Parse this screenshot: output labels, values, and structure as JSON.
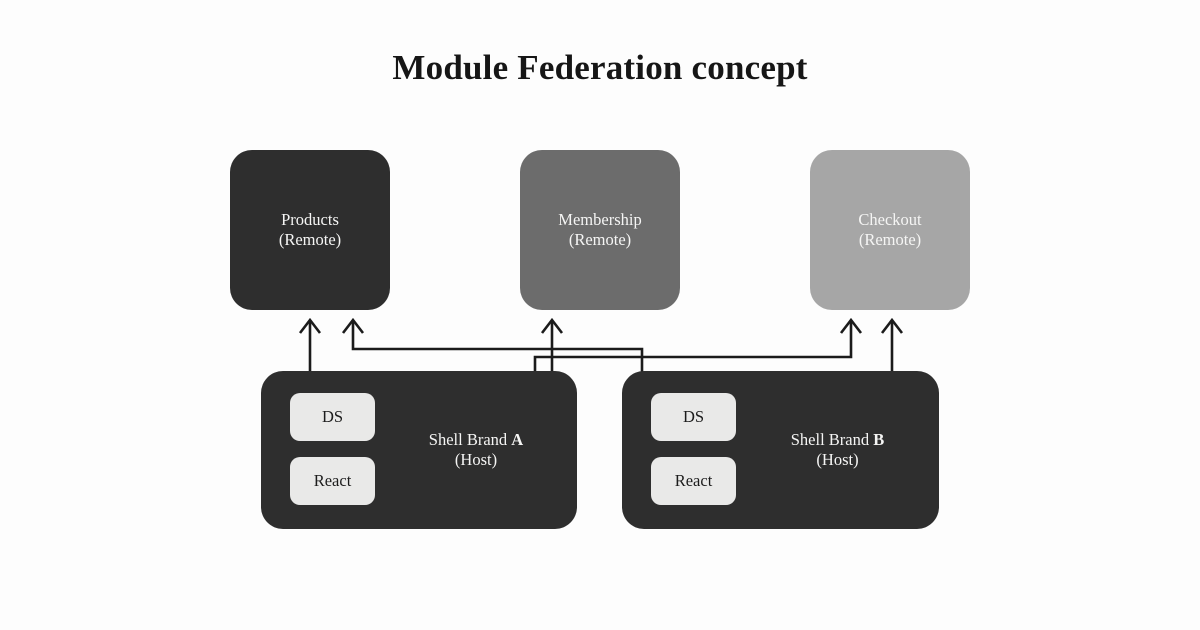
{
  "title": "Module Federation concept",
  "remotes": [
    {
      "name": "Products",
      "kind": "(Remote)",
      "color": "#2e2e2e"
    },
    {
      "name": "Membership",
      "kind": "(Remote)",
      "color": "#6c6c6c"
    },
    {
      "name": "Checkout",
      "kind": "(Remote)",
      "color": "#a6a6a6"
    }
  ],
  "hosts": [
    {
      "brand": "Shell Brand",
      "variant": "A",
      "kind": "(Host)",
      "chips": [
        "DS",
        "React"
      ],
      "color": "#2e2e2e"
    },
    {
      "brand": "Shell Brand",
      "variant": "B",
      "kind": "(Host)",
      "chips": [
        "DS",
        "React"
      ],
      "color": "#2e2e2e"
    }
  ],
  "connections": [
    {
      "from": "Shell Brand A",
      "to": "Products"
    },
    {
      "from": "Shell Brand A",
      "to": "Membership"
    },
    {
      "from": "Shell Brand A",
      "to": "Checkout"
    },
    {
      "from": "Shell Brand B",
      "to": "Products"
    },
    {
      "from": "Shell Brand B",
      "to": "Checkout"
    }
  ],
  "colors": {
    "background": "#fdfdfd",
    "chip_bg": "#e9e9e8",
    "chip_text": "#1c1c1c",
    "box_text": "#f5f5f4",
    "arrow": "#1b1b1b",
    "title": "#161616"
  }
}
